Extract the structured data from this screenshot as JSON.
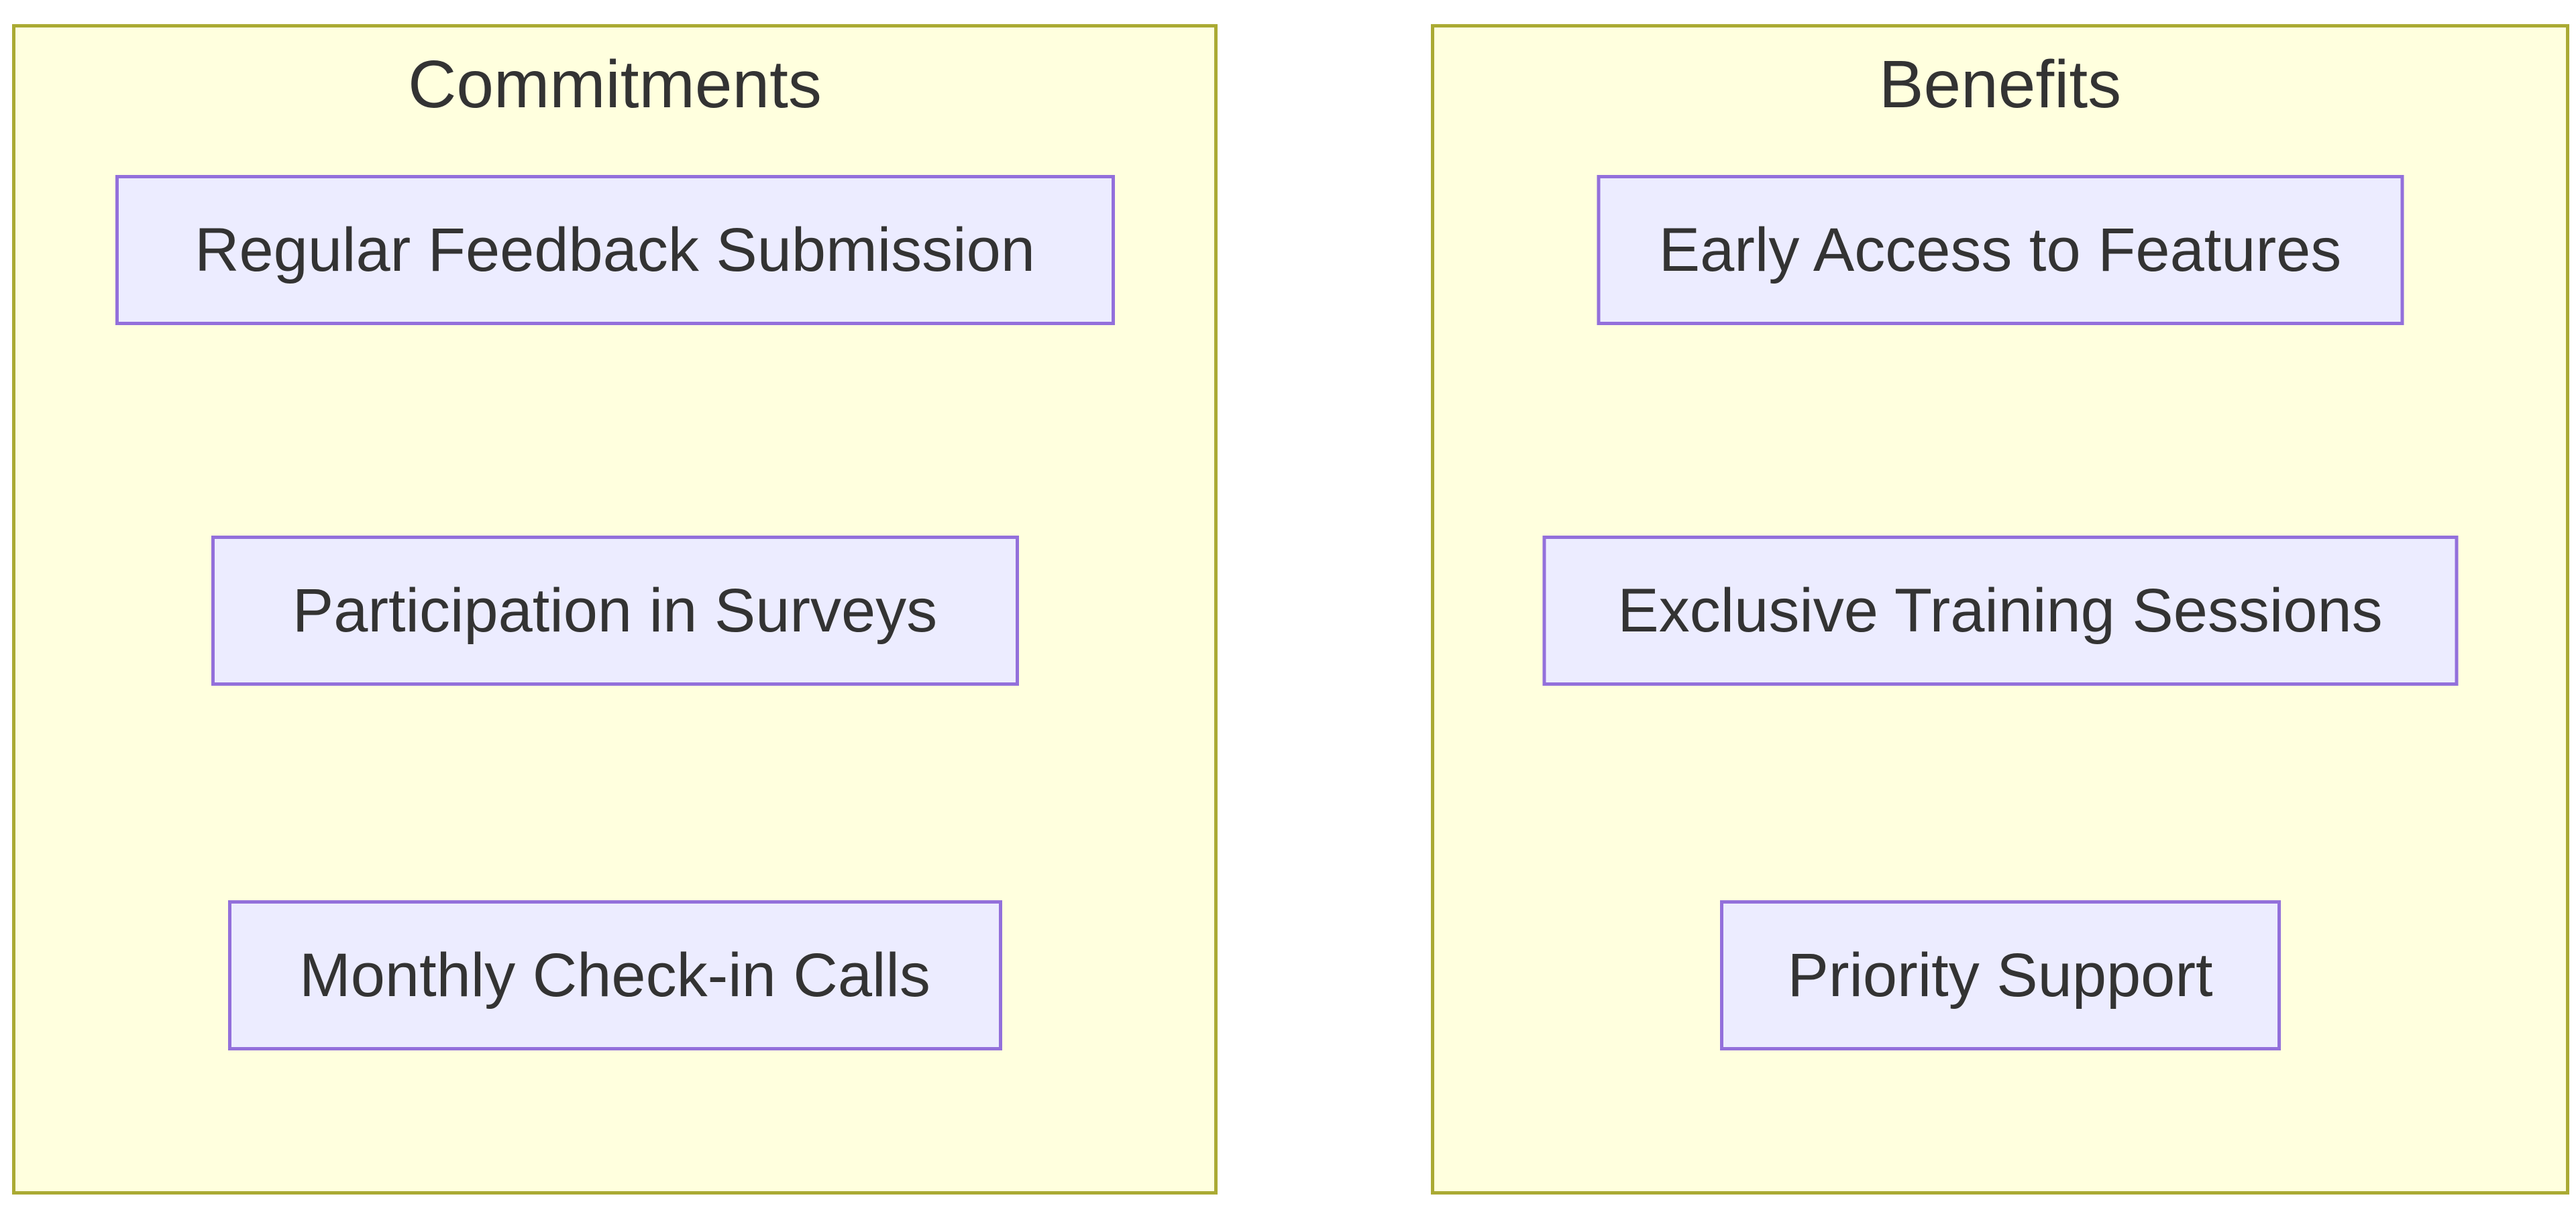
{
  "diagram": {
    "type": "grouped-box-diagram",
    "colors": {
      "cluster_fill": "#ffffde",
      "cluster_border": "#aaaa33",
      "node_fill": "#ECECFF",
      "node_border": "#9370DB",
      "text": "#333333",
      "background": "#ffffff"
    },
    "clusters": [
      {
        "title": "Commitments",
        "nodes": [
          "Regular Feedback Submission",
          "Participation in Surveys",
          "Monthly Check-in Calls"
        ]
      },
      {
        "title": "Benefits",
        "nodes": [
          "Early Access to Features",
          "Exclusive Training Sessions",
          "Priority Support"
        ]
      }
    ]
  }
}
